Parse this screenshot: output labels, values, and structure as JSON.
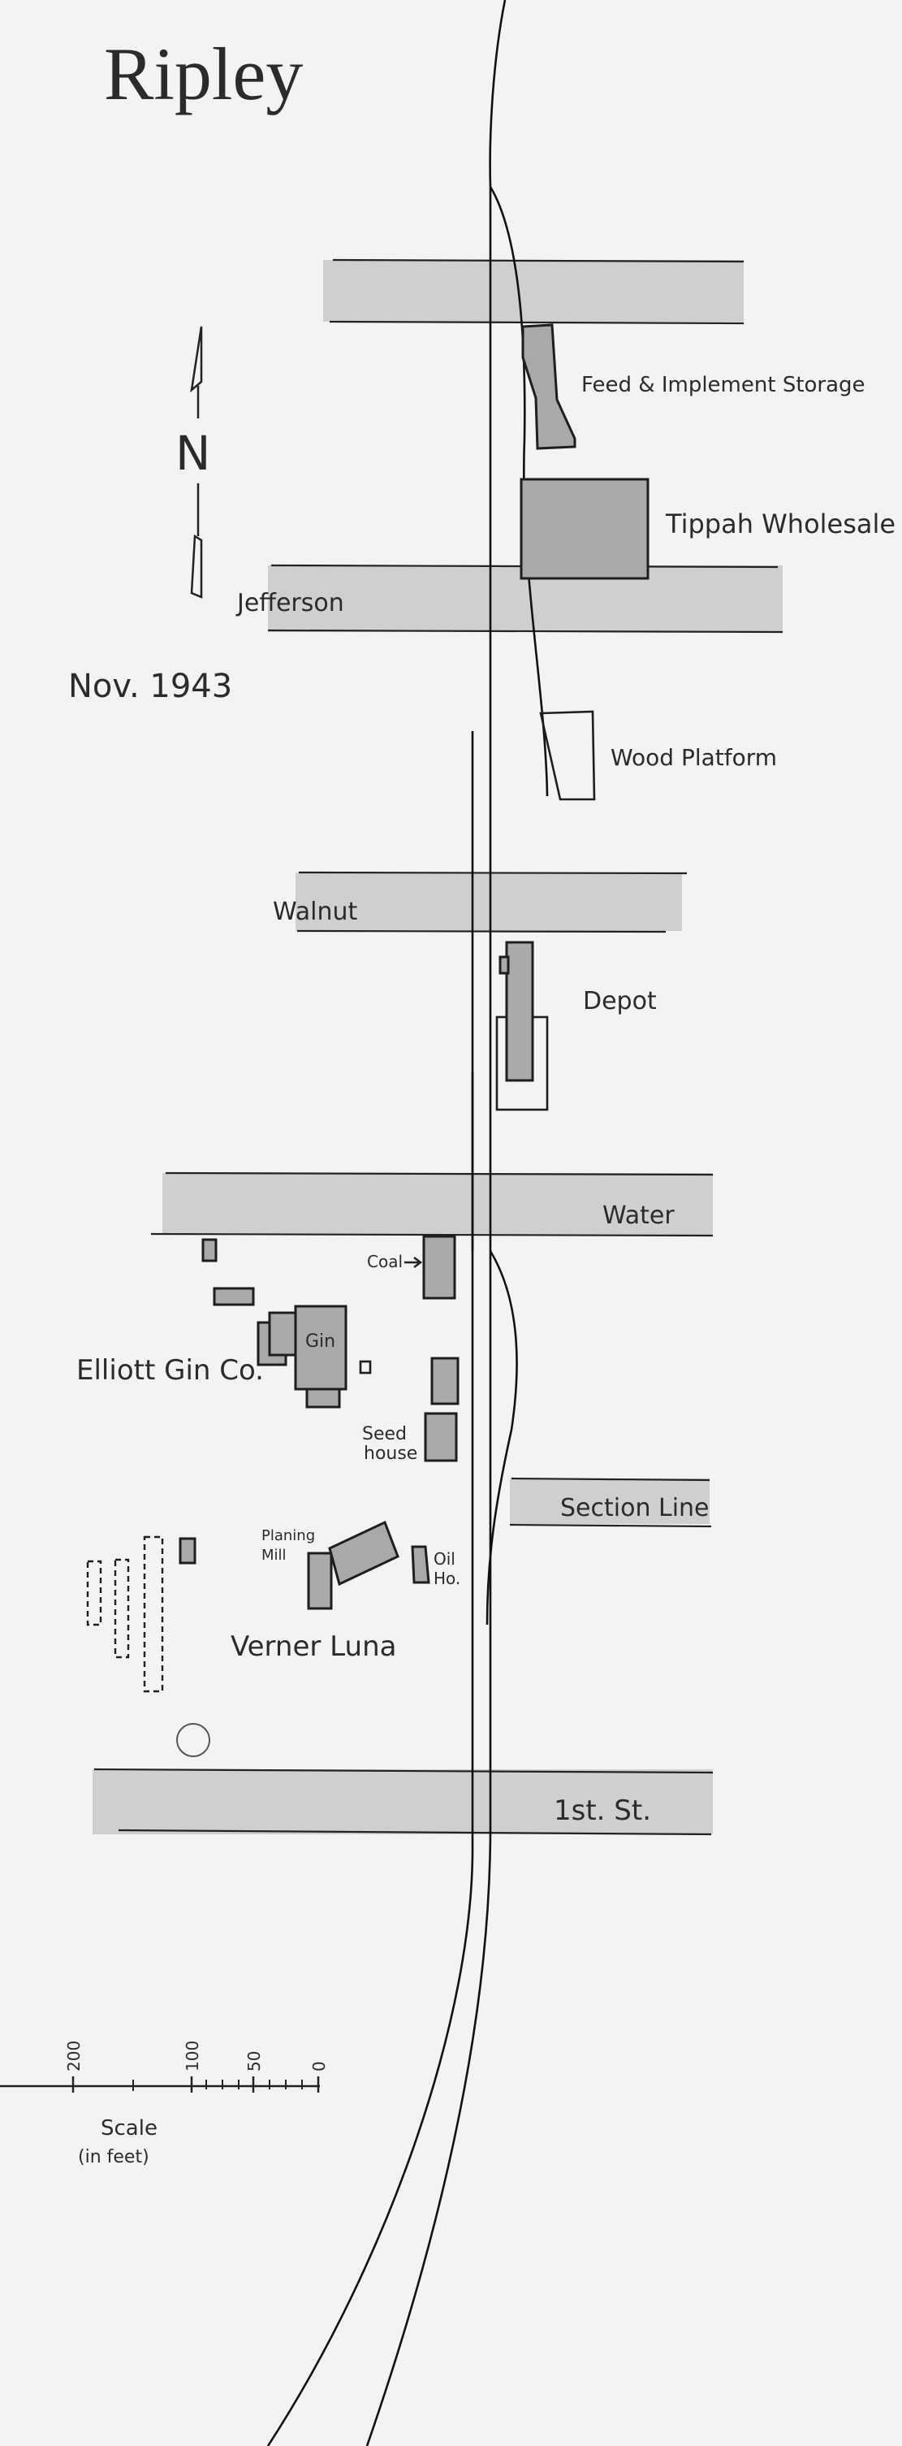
{
  "map": {
    "title": "Ripley",
    "date": "Nov. 1943",
    "north_label": "N",
    "streets": {
      "jefferson": "Jefferson",
      "walnut": "Walnut",
      "water": "Water",
      "section_line": "Section Line",
      "first_st": "1st. St."
    },
    "buildings": {
      "feed_storage": "Feed & Implement Storage",
      "tippah": "Tippah Wholesale",
      "wood_platform": "Wood Platform",
      "depot": "Depot",
      "coal": "Coal",
      "gin": "Gin",
      "elliott": "Elliott Gin Co.",
      "seed_1": "Seed",
      "seed_2": "house",
      "planing_1": "Planing",
      "planing_2": "Mill",
      "oil_1": "Oil",
      "oil_2": "Ho.",
      "verner": "Verner Luna"
    },
    "scale": {
      "ticks": [
        "200",
        "100",
        "50",
        "0"
      ],
      "label_1": "Scale",
      "label_2": "(in feet)"
    }
  }
}
